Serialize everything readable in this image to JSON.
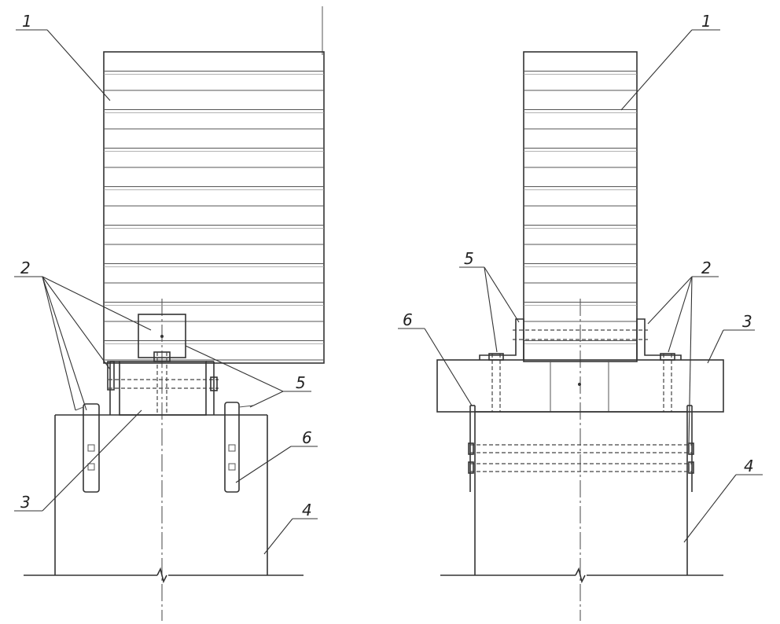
{
  "left_view": {
    "labels": {
      "l1": "1",
      "l2": "2",
      "l3": "3",
      "l4": "4",
      "l5": "5",
      "l6": "6"
    }
  },
  "right_view": {
    "labels": {
      "l1": "1",
      "l2": "2",
      "l3": "3",
      "l4": "4",
      "l5": "5",
      "l6": "6"
    }
  }
}
